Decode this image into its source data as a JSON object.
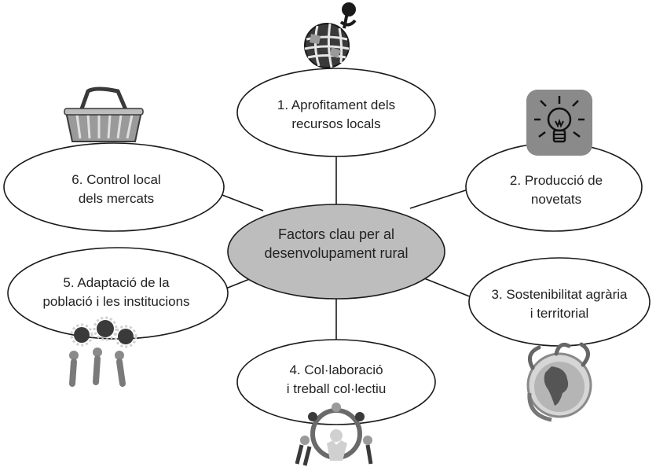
{
  "center": {
    "line1": "Factors clau per al",
    "line2": "desenvolupament rural",
    "fill": "#bdbdbd"
  },
  "nodes": [
    {
      "id": "node-1",
      "line1": "1. Aprofitament dels",
      "line2": "recursos locals",
      "icon": "globe-map-pin-icon"
    },
    {
      "id": "node-2",
      "line1": "2. Producció de",
      "line2": "novetats",
      "icon": "lightbulb-icon"
    },
    {
      "id": "node-3",
      "line1": "3. Sostenibilitat agrària",
      "line2": "i territorial",
      "icon": "green-earth-icon"
    },
    {
      "id": "node-4",
      "line1": "4. Col·laboració",
      "line2": "i treball col·lectiu",
      "icon": "people-circle-icon"
    },
    {
      "id": "node-5",
      "line1": "5. Adaptació de la",
      "line2": "població i les institucions",
      "icon": "people-gears-icon"
    },
    {
      "id": "node-6",
      "line1": "6. Control local",
      "line2": "dels mercats",
      "icon": "shopping-basket-icon"
    }
  ],
  "colors": {
    "stroke": "#1a1a1a",
    "node_fill": "#ffffff",
    "icon_dark": "#3a3a3a",
    "icon_mid": "#8a8a8a",
    "icon_light": "#d0d0d0"
  }
}
